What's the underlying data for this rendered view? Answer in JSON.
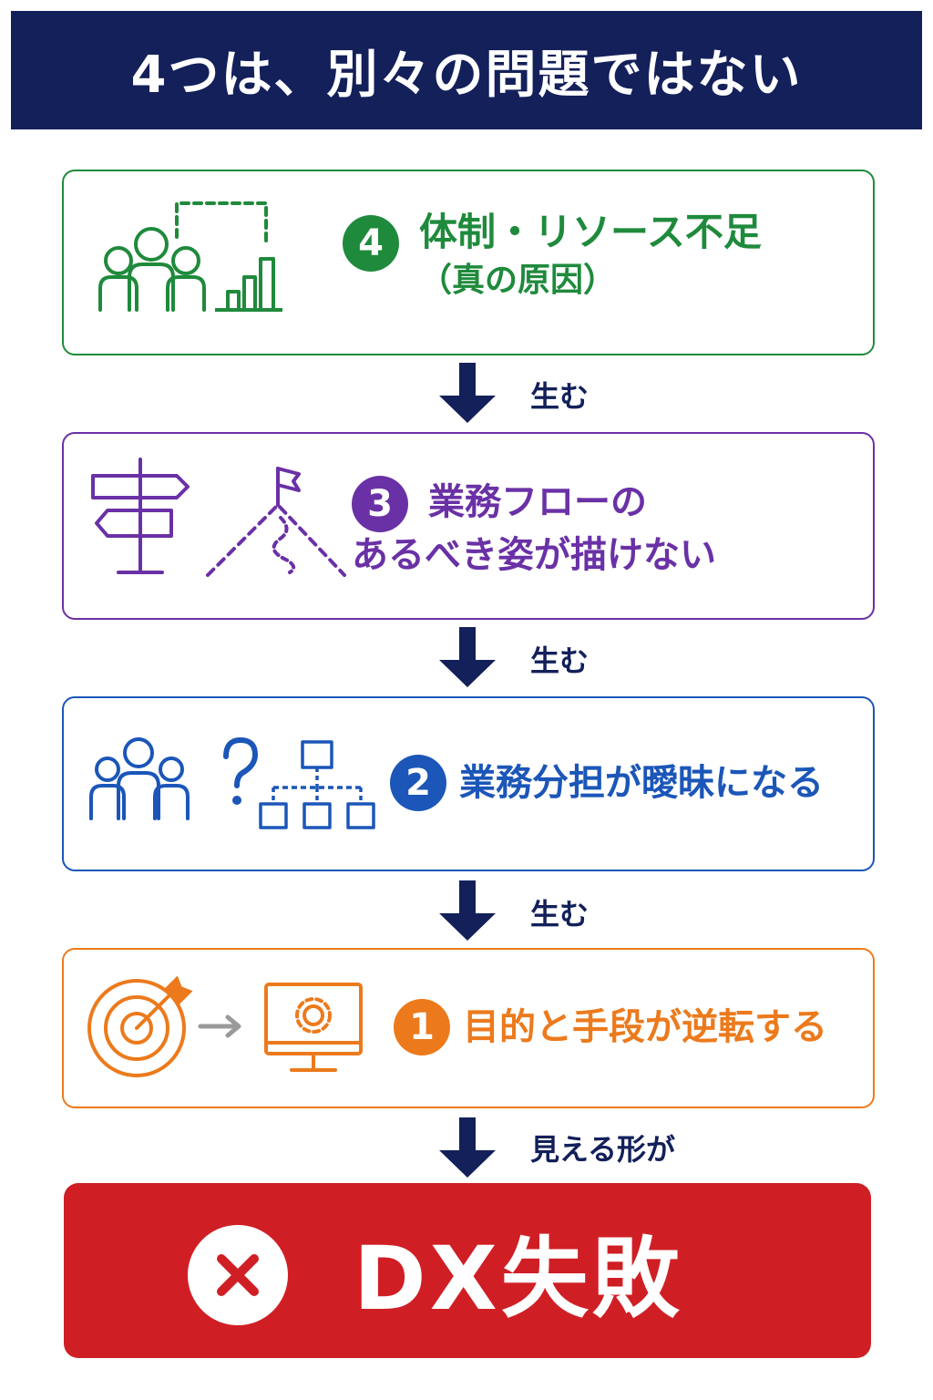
{
  "header": {
    "title": "4つは、別々の問題ではない"
  },
  "steps": [
    {
      "number": "4",
      "line1": "体制・リソース不足",
      "line2": "（真の原因）",
      "color": "#1f8a3c",
      "icons": [
        "people-group-icon",
        "bar-chart-icon"
      ]
    },
    {
      "number": "3",
      "line1": "業務フローの",
      "line2": "あるべき姿が描けない",
      "color": "#6a31a6",
      "icons": [
        "signpost-icon",
        "mountain-flag-icon"
      ]
    },
    {
      "number": "2",
      "line1": "業務分担が曖昧になる",
      "color": "#1b56b8",
      "icons": [
        "people-group-icon",
        "question-icon",
        "org-chart-icon"
      ]
    },
    {
      "number": "1",
      "line1": "目的と手段が逆転する",
      "color": "#ec7a1c",
      "icons": [
        "target-icon",
        "arrow-right-icon",
        "monitor-gear-icon"
      ]
    }
  ],
  "connectors": [
    "生む",
    "生む",
    "生む",
    "見える形が"
  ],
  "result": {
    "text": "DX失敗",
    "color": "#cf1f25",
    "icon": "x-icon"
  },
  "arrow_color": "#13205a"
}
